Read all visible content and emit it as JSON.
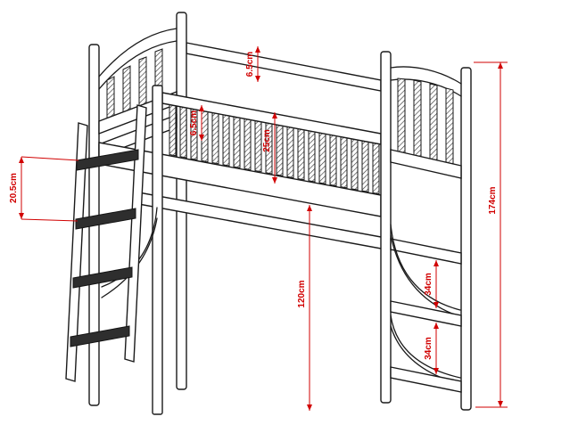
{
  "diagram": {
    "description": "Technical dimension drawing of a wooden loft bed with front guard rail, ladder and lower shelves",
    "colors": {
      "line": "#1a1a1a",
      "dimension": "#d10000",
      "background": "#ffffff"
    },
    "dimensions": {
      "rail_thickness": "6.5cm",
      "slat_gap": "6.5cm",
      "guard_rail_height": "25cm",
      "ladder_rung_spacing": "20.5cm",
      "under_bed_clearance": "120cm",
      "total_height": "174cm",
      "shelf_gap_upper": "34cm",
      "shelf_gap_lower": "34cm"
    }
  }
}
